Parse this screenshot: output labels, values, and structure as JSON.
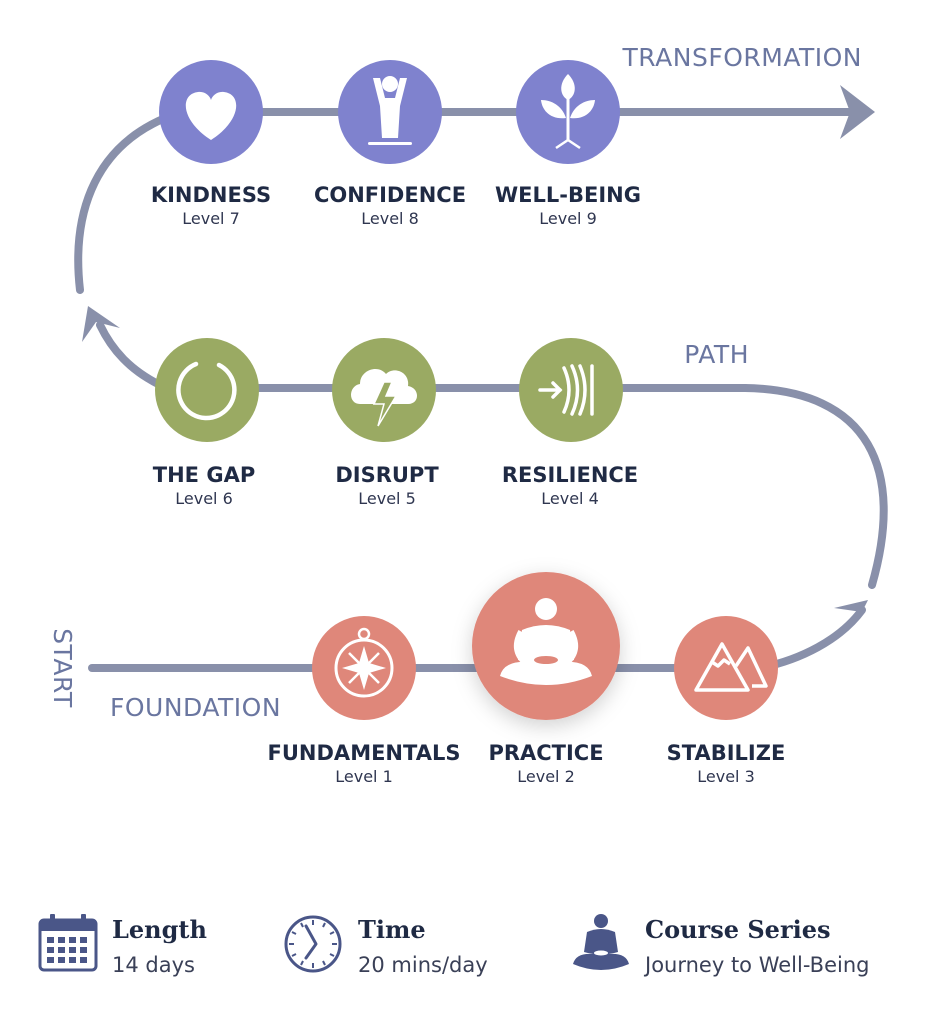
{
  "phases": {
    "start": "START",
    "foundation": "FOUNDATION",
    "path": "PATH",
    "transformation": "TRANSFORMATION"
  },
  "colors": {
    "track": "#8990aa",
    "foundation": "#df877a",
    "path": "#9aaa63",
    "transformation": "#7f82ce",
    "footer_icon": "#4a5688"
  },
  "levels": [
    {
      "title": "FUNDAMENTALS",
      "sub": "Level 1",
      "icon": "compass-icon",
      "phase": "foundation"
    },
    {
      "title": "PRACTICE",
      "sub": "Level 2",
      "icon": "meditation-icon",
      "phase": "foundation"
    },
    {
      "title": "STABILIZE",
      "sub": "Level 3",
      "icon": "mountain-icon",
      "phase": "foundation"
    },
    {
      "title": "RESILIENCE",
      "sub": "Level 4",
      "icon": "resilience-icon",
      "phase": "path"
    },
    {
      "title": "DISRUPT",
      "sub": "Level 5",
      "icon": "storm-cloud-icon",
      "phase": "path"
    },
    {
      "title": "THE GAP",
      "sub": "Level 6",
      "icon": "circle-gap-icon",
      "phase": "path"
    },
    {
      "title": "KINDNESS",
      "sub": "Level 7",
      "icon": "heart-icon",
      "phase": "transformation"
    },
    {
      "title": "CONFIDENCE",
      "sub": "Level 8",
      "icon": "raised-arms-icon",
      "phase": "transformation"
    },
    {
      "title": "WELL-BEING",
      "sub": "Level 9",
      "icon": "sprout-icon",
      "phase": "transformation"
    }
  ],
  "footer": {
    "length": {
      "title": "Length",
      "value": "14 days",
      "icon": "calendar-icon"
    },
    "time": {
      "title": "Time",
      "value": "20 mins/day",
      "icon": "clock-icon"
    },
    "series": {
      "title": "Course Series",
      "value": "Journey to Well-Being",
      "icon": "meditation-icon"
    }
  }
}
